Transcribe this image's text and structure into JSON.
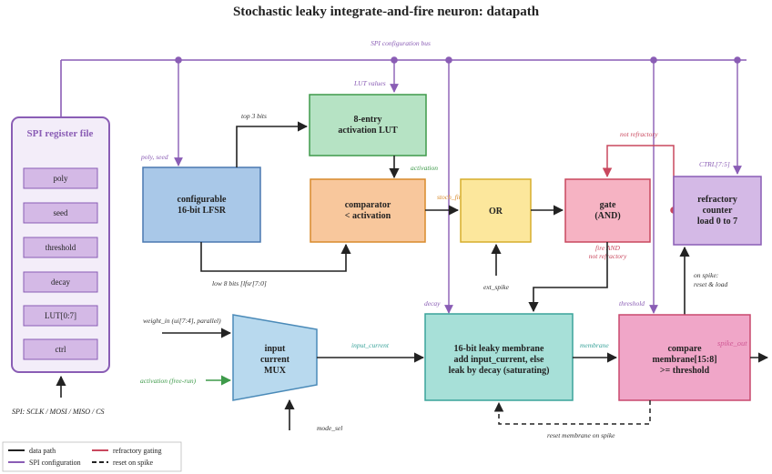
{
  "title": "Stochastic leaky integrate-and-fire neuron: datapath",
  "spi_bus_label": "SPI configuration bus",
  "spi_file": {
    "title": "SPI register file",
    "registers": [
      "poly",
      "seed",
      "threshold",
      "decay",
      "LUT[0:7]",
      "ctrl"
    ],
    "pins": "SPI:  SCLK / MOSI / MISO / CS"
  },
  "blocks": {
    "lfsr": [
      "configurable",
      "16-bit LFSR"
    ],
    "lut": [
      "8-entry",
      "activation LUT"
    ],
    "comparator": [
      "comparator",
      "< activation"
    ],
    "or": [
      "OR"
    ],
    "gate": [
      "gate",
      "(AND)"
    ],
    "refractory": [
      "refractory",
      "counter",
      "load 0 to 7"
    ],
    "mux": [
      "input",
      "current",
      "MUX"
    ],
    "membrane": [
      "16-bit leaky membrane",
      "add input_current, else",
      "leak by decay (saturating)"
    ],
    "compare": [
      "compare",
      "membrane[15:8]",
      ">= threshold"
    ]
  },
  "labels": {
    "poly_seed": "poly, seed",
    "lut_values": "LUT values",
    "top3": "top 3 bits",
    "low8": "low 8 bits  [lfsr[7:0]",
    "activation": "activation",
    "stoch_fire": "stoch_fire",
    "not_refractory": "not refractory",
    "ctrl75": "CTRL[7:5]",
    "fire_and_1": "fire AND",
    "fire_and_2": "not refractory",
    "ext_spike": "ext_spike",
    "decay": "decay",
    "threshold": "threshold",
    "on_spike_1": "on spike:",
    "on_spike_2": "reset & load",
    "weight_in": "weight_in (ui[7:4], parallel)",
    "activation_free": "activation (free-run)",
    "input_current": "input_current",
    "membrane": "membrane",
    "spike_out": "spike_out",
    "mode_sel": "mode_sel",
    "reset_membrane": "reset membrane on spike"
  },
  "legend": {
    "data_path": "data path",
    "spi_config": "SPI configuration",
    "refractory_gating": "refractory gating",
    "reset_on_spike": "reset on spike"
  },
  "colors": {
    "data": "#222222",
    "spi": "#8a5db5",
    "refractory": "#c9485e",
    "lfsr_fill": "#a9c8e8",
    "lut_fill": "#b6e3c4",
    "comparator_fill": "#f8c79c",
    "or_fill": "#fce79c",
    "gate_fill": "#f6b3c3",
    "refractory_fill": "#d4b9e6",
    "mux_fill": "#b8d9ee",
    "membrane_fill": "#a7e0d8",
    "compare_fill": "#f0a6c8"
  }
}
